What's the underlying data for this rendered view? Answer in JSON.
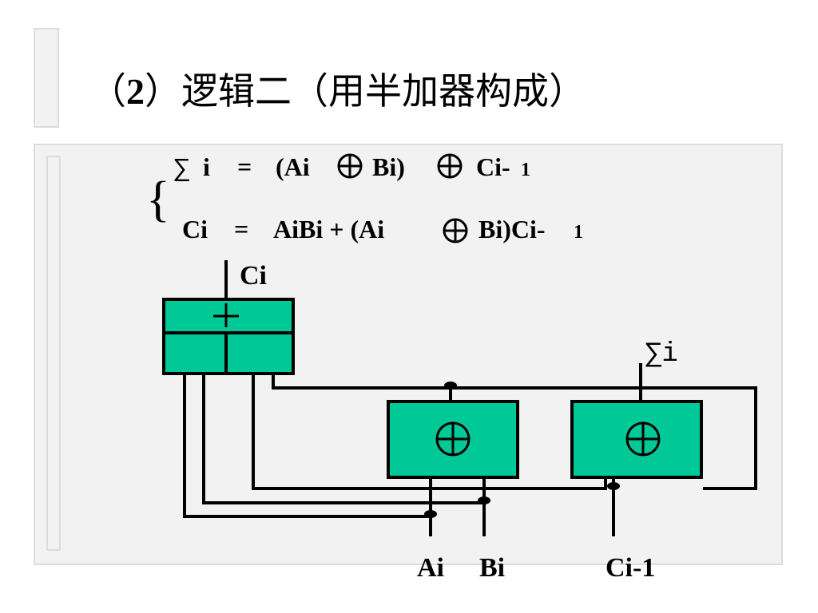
{
  "title": {
    "paren_open": "（",
    "number": "2",
    "paren_close": "）",
    "text": "逻辑二（用半加器构成）"
  },
  "equations": {
    "eq1": {
      "sigma": "∑",
      "lhs": "i",
      "eq": "=",
      "p1": "(Ai",
      "p2": "Bi)",
      "p3": "Ci-",
      "sub": "1"
    },
    "eq2": {
      "lhs": "Ci",
      "eq": "=",
      "p1": "AiBi + (Ai",
      "p2": "Bi)Ci-",
      "sub": "1"
    }
  },
  "diagram": {
    "ci_output_label": "Ci",
    "or_gate_symbol": "+",
    "sum_output_label": "∑i",
    "xor_symbol": "⊕",
    "input_ai": "Ai",
    "input_bi": "Bi",
    "input_ci_1": "Ci-1",
    "gate_fill": "#00c896",
    "line_color": "#000000"
  }
}
